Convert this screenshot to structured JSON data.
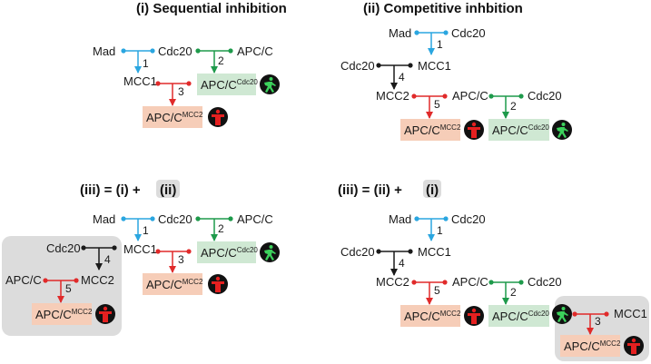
{
  "colors": {
    "blue": "#2aa6e0",
    "green": "#1e9a4b",
    "red": "#e02a2a",
    "black": "#1a1a1a",
    "box_green": "#cfe8d3",
    "box_red": "#f6cdb8",
    "panel_gray": "#dcdcdc",
    "icon_go": "#3cd15c",
    "icon_stop": "#e52020"
  },
  "panels": {
    "p1": {
      "title": "(i) Sequential inhibition",
      "mad": "Mad",
      "cdc20": "Cdc20",
      "apcc": "APC/C",
      "mcc1": "MCC1",
      "n1": "1",
      "n2": "2",
      "n3": "3",
      "apcc_cdc20_base": "APC/C",
      "apcc_cdc20_sup": "Cdc20",
      "apcc_mcc2_base": "APC/C",
      "apcc_mcc2_sup": "MCC2"
    },
    "p2": {
      "title": "(ii) Competitive inhbition",
      "mad": "Mad",
      "cdc20_a": "Cdc20",
      "cdc20_b": "Cdc20",
      "mcc1": "MCC1",
      "mcc2": "MCC2",
      "apcc": "APC/C",
      "cdc20_c": "Cdc20",
      "n1": "1",
      "n4": "4",
      "n5": "5",
      "n2": "2",
      "apcc_mcc2_base": "APC/C",
      "apcc_mcc2_sup": "MCC2",
      "apcc_cdc20_base": "APC/C",
      "apcc_cdc20_sup": "Cdc20"
    },
    "p3": {
      "title_a": "(iii) = (i) + ",
      "title_b": "(ii)",
      "mad": "Mad",
      "cdc20": "Cdc20",
      "apcc": "APC/C",
      "mcc1": "MCC1",
      "cdc20_b": "Cdc20",
      "apcc_b": "APC/C",
      "mcc2": "MCC2",
      "n1": "1",
      "n2": "2",
      "n3": "3",
      "n4": "4",
      "n5": "5",
      "apcc_cdc20_base": "APC/C",
      "apcc_cdc20_sup": "Cdc20",
      "apcc_mcc2_base": "APC/C",
      "apcc_mcc2_sup": "MCC2",
      "apcc_mcc2b_base": "APC/C",
      "apcc_mcc2b_sup": "MCC2"
    },
    "p4": {
      "title_a": "(iii) = (ii) + ",
      "title_b": "(i)",
      "mad": "Mad",
      "cdc20_a": "Cdc20",
      "cdc20_b": "Cdc20",
      "mcc1": "MCC1",
      "mcc2": "MCC2",
      "apcc": "APC/C",
      "cdc20_c": "Cdc20",
      "mcc1_b": "MCC1",
      "n1": "1",
      "n4": "4",
      "n5": "5",
      "n2": "2",
      "n3": "3",
      "apcc_mcc2_base": "APC/C",
      "apcc_mcc2_sup": "MCC2",
      "apcc_cdc20_base": "APC/C",
      "apcc_cdc20_sup": "Cdc20",
      "apcc_mcc2b_base": "APC/C",
      "apcc_mcc2b_sup": "MCC2"
    }
  }
}
